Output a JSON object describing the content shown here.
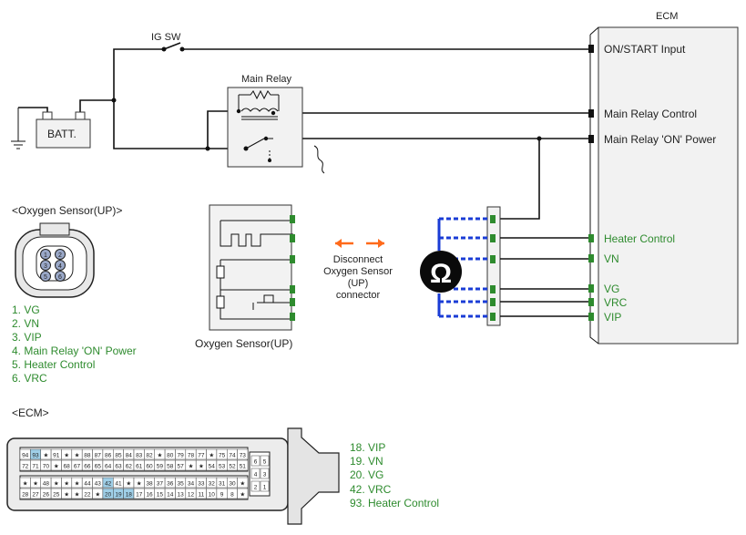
{
  "ecm": {
    "title": "ECM",
    "inputs": {
      "on_start": "ON/START Input",
      "main_relay_control": "Main Relay Control",
      "main_relay_on_power": "Main Relay 'ON' Power",
      "heater_control": "Heater Control",
      "vn": "VN",
      "vg": "VG",
      "vrc": "VRC",
      "vip": "VIP"
    }
  },
  "power": {
    "ig_sw": "IG SW",
    "main_relay": "Main Relay",
    "batt": "BATT."
  },
  "sensor": {
    "label": "Oxygen Sensor(UP)",
    "connector_title": "<Oxygen Sensor(UP)>",
    "pins": [
      "1. VG",
      "2. VN",
      "3. VIP",
      "4. Main Relay 'ON' Power",
      "5. Heater Control",
      "6. VRC"
    ],
    "pin_numbers": [
      "1",
      "2",
      "3",
      "4",
      "5",
      "6"
    ]
  },
  "disconnect": {
    "lines": [
      "Disconnect",
      "Oxygen Sensor",
      "(UP)",
      "connector"
    ]
  },
  "meter": {
    "symbol": "Ω"
  },
  "ecm_connector": {
    "title": "<ECM>",
    "pins": [
      "18. VIP",
      "19. VN",
      "20. VG",
      "42. VRC",
      "93. Heater Control"
    ],
    "rows": [
      [
        "94",
        "93",
        "★",
        "91",
        "★",
        "★",
        "88",
        "87",
        "86",
        "85",
        "84",
        "83",
        "82",
        "★",
        "80",
        "79",
        "78",
        "77",
        "★",
        "75",
        "74",
        "73"
      ],
      [
        "72",
        "71",
        "70",
        "★",
        "68",
        "67",
        "66",
        "65",
        "64",
        "63",
        "62",
        "61",
        "60",
        "59",
        "58",
        "57",
        "★",
        "★",
        "54",
        "53",
        "52",
        "51"
      ],
      [
        "★",
        "★",
        "48",
        "★",
        "★",
        "★",
        "44",
        "43",
        "42",
        "41",
        "★",
        "★",
        "38",
        "37",
        "36",
        "35",
        "34",
        "33",
        "32",
        "31",
        "30",
        "★"
      ],
      [
        "28",
        "27",
        "26",
        "25",
        "★",
        "★",
        "22",
        "★",
        "20",
        "19",
        "18",
        "17",
        "16",
        "15",
        "14",
        "13",
        "12",
        "11",
        "10",
        "9",
        "8",
        "★"
      ]
    ],
    "side_pins": [
      "6",
      "5",
      "4",
      "3",
      "2",
      "1"
    ],
    "highlight": [
      "93",
      "42",
      "20",
      "19",
      "18"
    ]
  },
  "colors": {
    "green": "#2e8b2e",
    "blue": "#1a3cd6",
    "orange": "#ff6a1a",
    "highlight": "#9fcfe8"
  }
}
